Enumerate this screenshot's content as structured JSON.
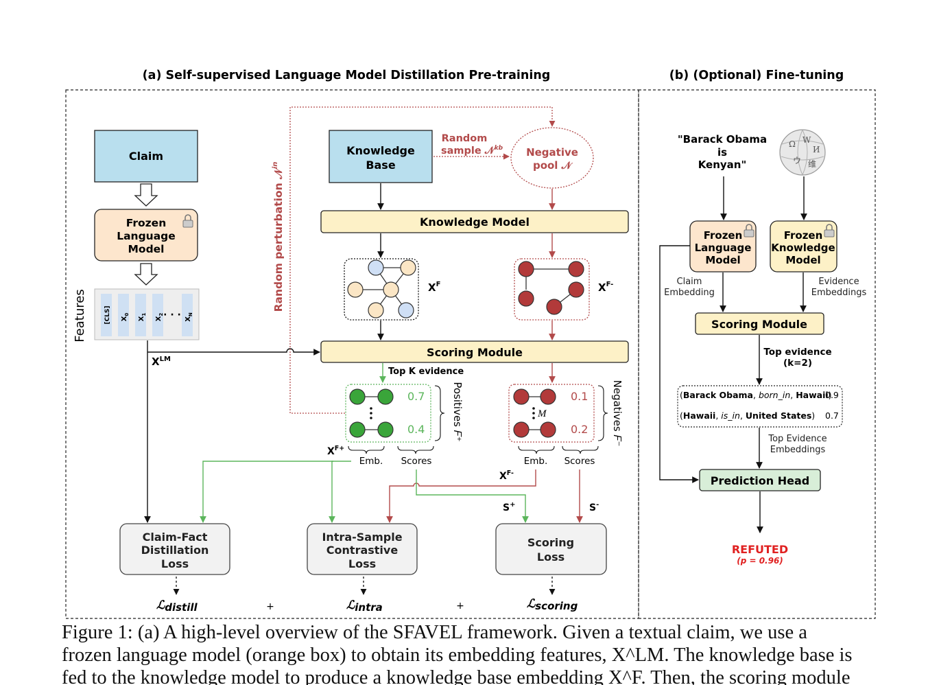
{
  "headers": {
    "a": "(a) Self-supervised Language Model Distillation Pre-training",
    "b": "(b) (Optional) Fine-tuning"
  },
  "colors": {
    "blue_fill": "#b9dfee",
    "orange_fill": "#fde6cd",
    "yellow_fill": "#fdf1c7",
    "green_fill": "#d8eed8",
    "gray_fill": "#f2f2f2",
    "red": "#b24a4a",
    "green": "#5bb55b",
    "node_red": "#b23a3a",
    "node_green": "#3aa53a",
    "node_blue": "#cfdff5",
    "node_yellow": "#fbe6c5",
    "refuted_red": "#e02020"
  },
  "panel_a": {
    "claim": "Claim",
    "frozen_lm": [
      "Frozen",
      "Language",
      "Model"
    ],
    "features_label": "Features",
    "feature_tokens": [
      "[CLS]",
      "X",
      "X",
      "X",
      "X"
    ],
    "feature_subscripts": [
      "",
      "0",
      "1",
      "2",
      "N"
    ],
    "feature_dots": "· · ·",
    "x_lm": "X",
    "x_lm_sup": "LM",
    "knowledge_base": [
      "Knowledge",
      "Base"
    ],
    "random_sample": [
      "Random",
      "sample 𝒩"
    ],
    "random_sample_sup": "kb",
    "negative_pool": [
      "Negative",
      "pool 𝒩"
    ],
    "random_perturbation": "Random perturbation 𝒩",
    "random_perturbation_sup": "in",
    "knowledge_model": "Knowledge Model",
    "xf": "X",
    "xf_sup": "F",
    "xf_neg": "X",
    "xf_neg_sup": "F-",
    "scoring_module": "Scoring Module",
    "top_k": "Top K evidence",
    "positive_scores": [
      "0.7",
      "0.4"
    ],
    "negative_scores": [
      "0.1",
      "0.2"
    ],
    "positives_label": "Positives 𝐹⁺",
    "negatives_label": "Negatives 𝐹⁻",
    "m_label": "M",
    "emb_label": "Emb.",
    "scores_label": "Scores",
    "xf_pos": "X",
    "xf_pos_sup": "F+",
    "xf_neg2": "X",
    "xf_neg2_sup": "F-",
    "s_pos": "S",
    "s_pos_sup": "+",
    "s_neg": "S",
    "s_neg_sup": "-",
    "loss_distill": [
      "Claim-Fact",
      "Distillation",
      "Loss"
    ],
    "loss_intra": [
      "Intra-Sample",
      "Contrastive",
      "Loss"
    ],
    "loss_scoring": [
      "Scoring",
      "Loss"
    ],
    "l_distill": "distill",
    "l_intra": "intra",
    "l_scoring": "scoring",
    "l_symbol": "ℒ",
    "plus": "+"
  },
  "panel_b": {
    "claim_text": [
      "\"Barack Obama",
      "is",
      "Kenyan\""
    ],
    "frozen_lm": [
      "Frozen",
      "Language",
      "Model"
    ],
    "frozen_km": [
      "Frozen",
      "Knowledge",
      "Model"
    ],
    "claim_embedding": [
      "Claim",
      "Embedding"
    ],
    "evidence_embeddings": [
      "Evidence",
      "Embeddings"
    ],
    "scoring_module": "Scoring Module",
    "top_evidence": [
      "Top evidence",
      "(k=2)"
    ],
    "evidence_rows": [
      {
        "subject": "Barack Obama",
        "relation": "born_in",
        "object": "Hawaii",
        "score": "0.9"
      },
      {
        "subject": "Hawaii",
        "relation": "is_in",
        "object": "United States",
        "score": "0.7"
      }
    ],
    "top_evidence_embeddings": [
      "Top Evidence",
      "Embeddings"
    ],
    "prediction_head": "Prediction Head",
    "verdict": "REFUTED",
    "verdict_prob": "(p = 0.96)"
  },
  "caption": {
    "lines": [
      "Figure 1: (a) A high-level overview of the SFAVEL framework. Given a textual claim, we use a",
      "frozen language model (orange box) to obtain its embedding features, X^LM. The knowledge base is",
      "fed to the knowledge model to produce a knowledge base embedding X^F. Then, the scoring module"
    ]
  }
}
